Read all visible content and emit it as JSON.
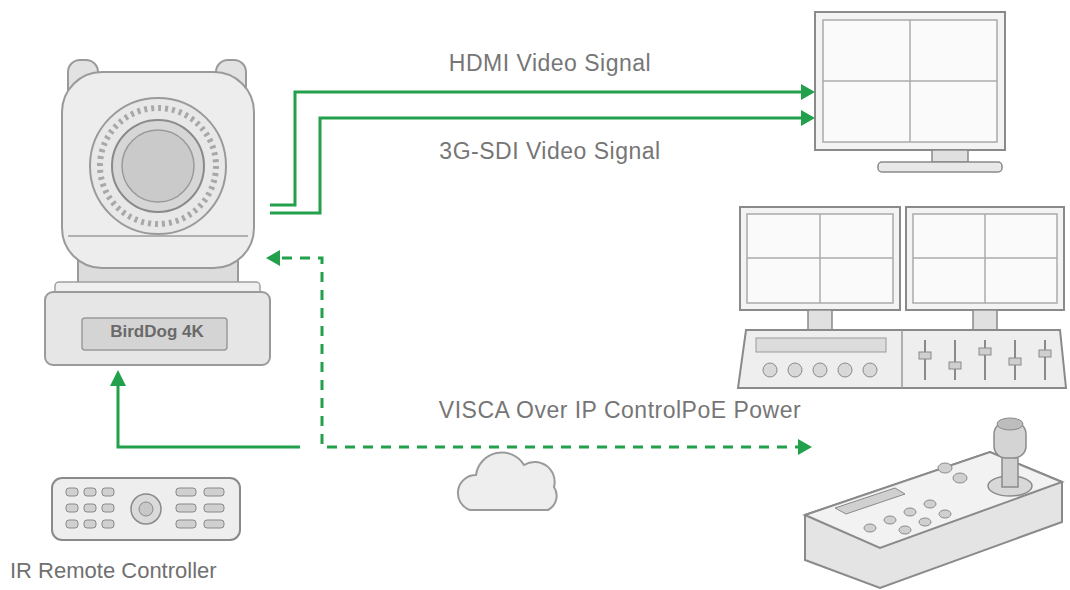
{
  "diagram": {
    "nodes": [
      {
        "text": [
          "BirdDog 4K"
        ]
      },
      {
        "text": []
      },
      {
        "text": []
      },
      {
        "text": []
      },
      {
        "text": [
          "IR Remote Controller"
        ]
      }
    ],
    "edges": [
      {
        "from": 0,
        "to": 1,
        "arrow": "to",
        "label": "HDMI Video Signal"
      },
      {
        "from": 0,
        "to": 1,
        "arrow": "to",
        "label": "3G-SDI Video Signal"
      },
      {
        "from": 0,
        "to": 3,
        "arrow": "both",
        "label": "VISCA Over IP ControlPoE Power"
      }
    ]
  }
}
